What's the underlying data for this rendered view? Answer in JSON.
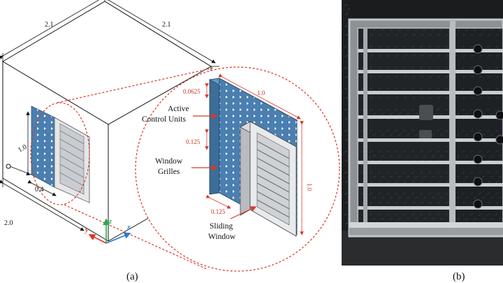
{
  "panel_a": {
    "caption": "(a)",
    "dimensions": {
      "top_left": "2.1",
      "top_right": "2.1",
      "bottom": "2.0",
      "window_height": "1.0",
      "window_width": "0.4",
      "panel_height": "1.0",
      "panel_width": "1.0",
      "spacing_small": "0.0625",
      "spacing_row": "0.125",
      "spacing_col": "0.125"
    },
    "labels": {
      "active_control_1": "Active",
      "active_control_2": "Control Units",
      "grilles_1": "Window",
      "grilles_2": "Grilles",
      "sliding_1": "Sliding",
      "sliding_2": "Window"
    },
    "axes": {
      "x": "x",
      "y": "y",
      "z": "z"
    },
    "colors": {
      "panel_blue": "#4a7fb0",
      "callout_red": "#d9362b",
      "axis_x": "#2e78c8",
      "axis_y": "#d9362b",
      "axis_z": "#2aa84a"
    }
  },
  "panel_b": {
    "caption": "(b)"
  }
}
